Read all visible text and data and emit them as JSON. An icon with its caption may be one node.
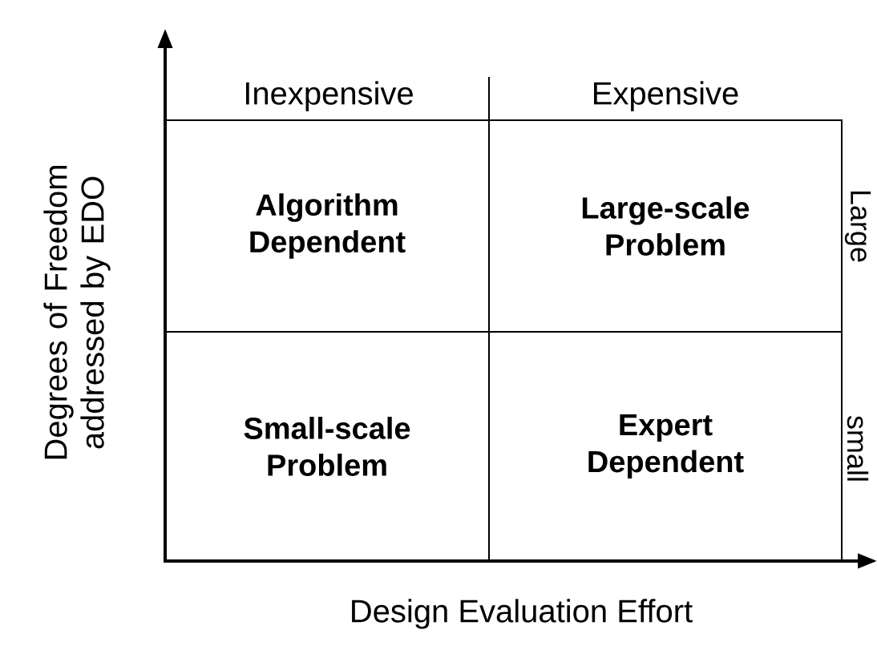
{
  "diagram": {
    "nodes": [
      {
        "text": [
          "Algorithm Dependent"
        ]
      },
      {
        "text": [
          "Large-scale Problem"
        ]
      },
      {
        "text": [
          "Small-scale Problem"
        ]
      },
      {
        "text": [
          "Expert Dependent"
        ]
      }
    ],
    "labels": [
      "Inexpensive",
      "Expensive",
      "Degrees of Freedom addressed by EDO",
      "Large",
      "small",
      "Design Evaluation Effort"
    ]
  }
}
